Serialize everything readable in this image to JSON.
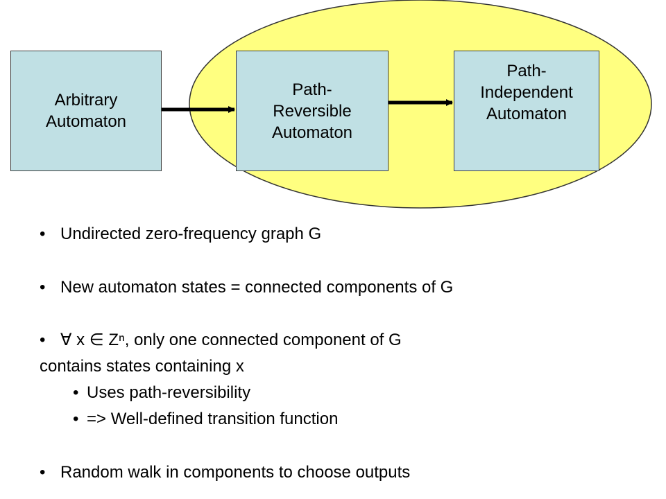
{
  "diagram": {
    "colors": {
      "ellipse_fill": "#ffff80",
      "ellipse_stroke": "#333333",
      "box_fill": "#c0e0e4",
      "arrow": "#000000"
    },
    "boxes": [
      {
        "id": "arbitrary",
        "label": "Arbitrary\nAutomaton"
      },
      {
        "id": "reversible",
        "label": "Path-\nReversible\nAutomaton"
      },
      {
        "id": "independent",
        "label": "Path-\nIndependent\nAutomaton"
      }
    ]
  },
  "bullets": {
    "marker": "•",
    "b1": "Undirected zero-frequency graph G",
    "b2": "New automaton states = connected components of G",
    "b3_line1": "∀ x ∈ Zⁿ, only one connected component of G",
    "b3_line2": "contains states containing x",
    "sub1": "Uses path-reversibility",
    "sub2": "=> Well-defined transition function",
    "b4": "Random walk in components to choose outputs"
  }
}
